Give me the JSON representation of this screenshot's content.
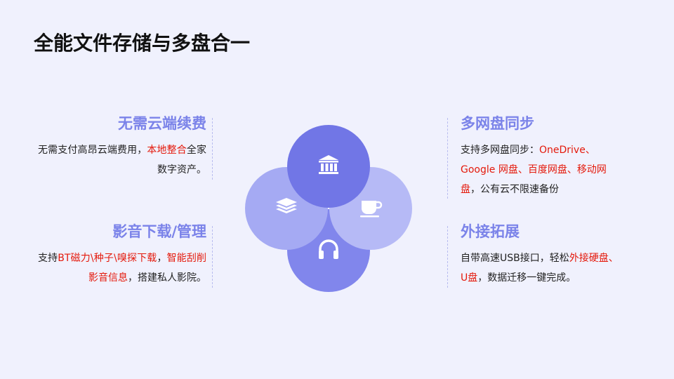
{
  "title": "全能文件存储与多盘合一",
  "blocks": {
    "top_left": {
      "heading": "无需云端续费",
      "desc": [
        {
          "t": "无需支付高昂云端费用，",
          "hl": false
        },
        {
          "t": "本地整合",
          "hl": true
        },
        {
          "t": "全家数字资产。",
          "hl": false
        }
      ]
    },
    "bottom_left": {
      "heading": "影音下载/管理",
      "desc": [
        {
          "t": "支持",
          "hl": false
        },
        {
          "t": "BT磁力\\种子\\嗅探下载",
          "hl": true
        },
        {
          "t": "，",
          "hl": false
        },
        {
          "t": "智能刮削影音信息",
          "hl": true
        },
        {
          "t": "，搭建私人影院。",
          "hl": false
        }
      ]
    },
    "top_right": {
      "heading": "多网盘同步",
      "desc": [
        {
          "t": "支持多网盘同步：",
          "hl": false
        },
        {
          "t": "OneDrive、Google 网盘、百度网盘、移动网盘",
          "hl": true
        },
        {
          "t": "，公有云不限速备份",
          "hl": false
        }
      ]
    },
    "bottom_right": {
      "heading": "外接拓展",
      "desc": [
        {
          "t": "自带高速USB接口，轻松",
          "hl": false
        },
        {
          "t": "外接硬盘、U盘",
          "hl": true
        },
        {
          "t": "，数据迁移一键完成。",
          "hl": false
        }
      ]
    }
  },
  "icons": {
    "top": "bank-icon",
    "left": "layers-icon",
    "right": "coffee-cup-icon",
    "bottom": "headphones-icon"
  },
  "colors": {
    "heading": "#7b83e9",
    "highlight": "#e4190b",
    "circle_top": "#7176e6",
    "circle_left": "#a5aaf3",
    "circle_right": "#b6baf6",
    "circle_bottom": "#8186ec"
  }
}
